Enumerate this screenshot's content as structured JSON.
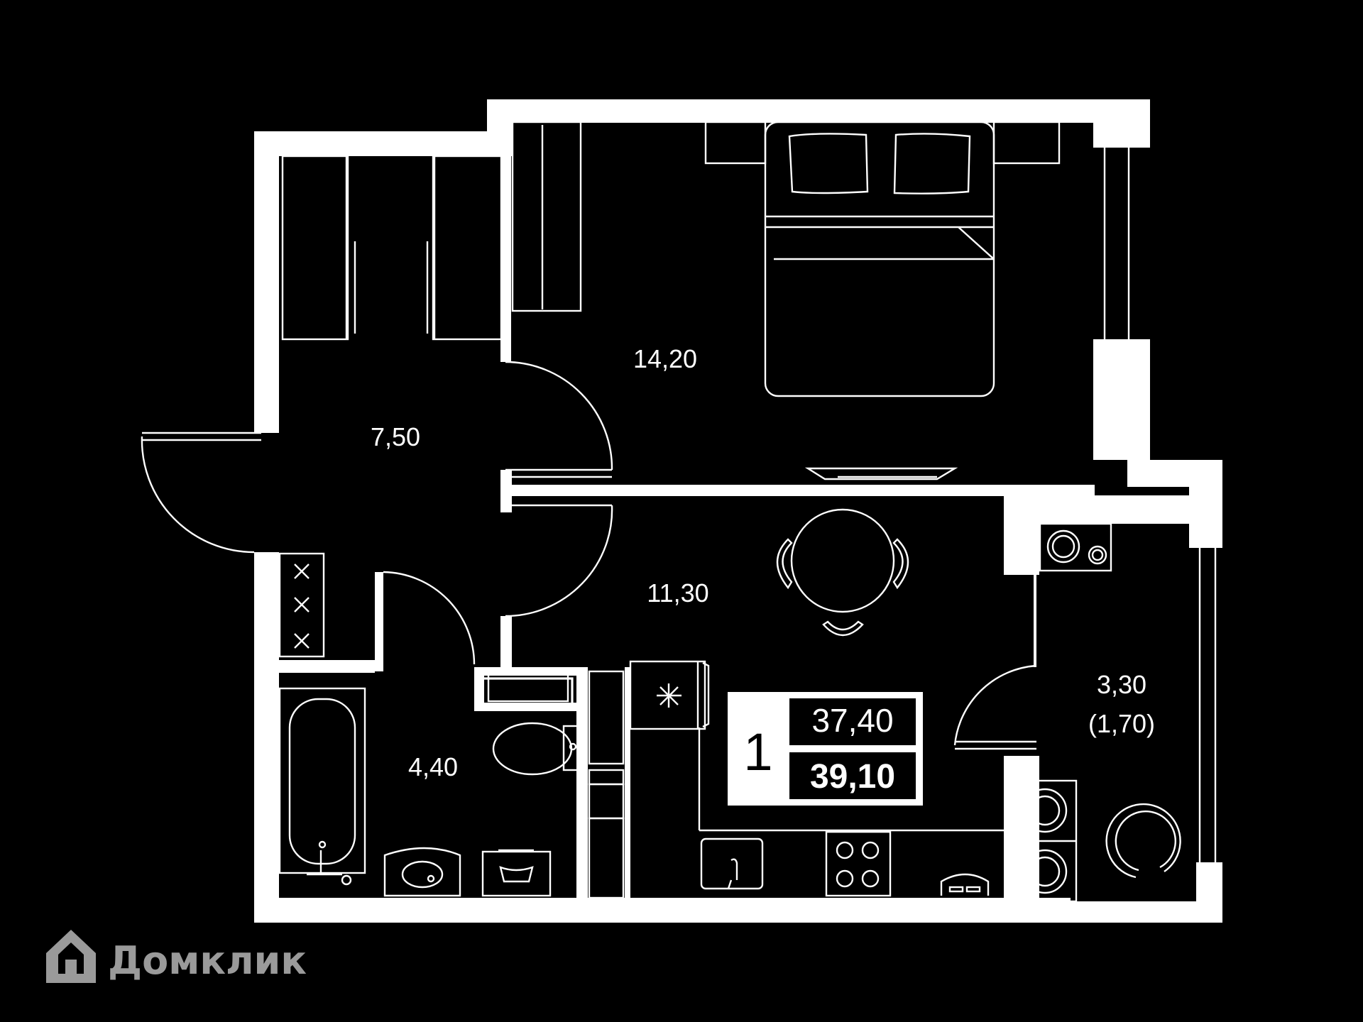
{
  "rooms": {
    "bedroom_area": "14,20",
    "hall_area": "7,50",
    "kitchen_area": "11,30",
    "bathroom_area": "4,40",
    "loggia_area": "3,30",
    "loggia_reduced_area": "(1,70)"
  },
  "badge": {
    "rooms_count": "1",
    "living_area": "37,40",
    "total_area": "39,10"
  },
  "logo": {
    "text": "Домклик"
  },
  "colors": {
    "background": "#000000",
    "walls": "#ffffff",
    "logo": "#9a9a9a"
  }
}
